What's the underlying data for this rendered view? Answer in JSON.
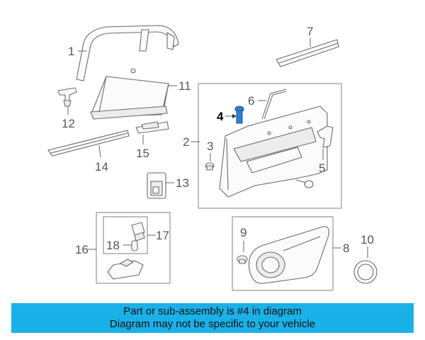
{
  "callouts": {
    "c1": "1",
    "c2": "2",
    "c4": "4",
    "c5": "5",
    "c6": "6",
    "c7": "7",
    "c8": "8",
    "c9": "9",
    "c10": "10",
    "c11": "11",
    "c12": "12",
    "c13": "13",
    "c14": "14",
    "c15": "15",
    "c16": "16",
    "c17": "17",
    "c18": "18",
    "c3": "3"
  },
  "highlighted_part": "4",
  "colors": {
    "highlight": "#2f7fd6",
    "banner": "#1ab0e8"
  },
  "banner": {
    "line1": "Part or sub-assembly is #4 in diagram",
    "line2": "Diagram may not be specific to your vehicle"
  }
}
